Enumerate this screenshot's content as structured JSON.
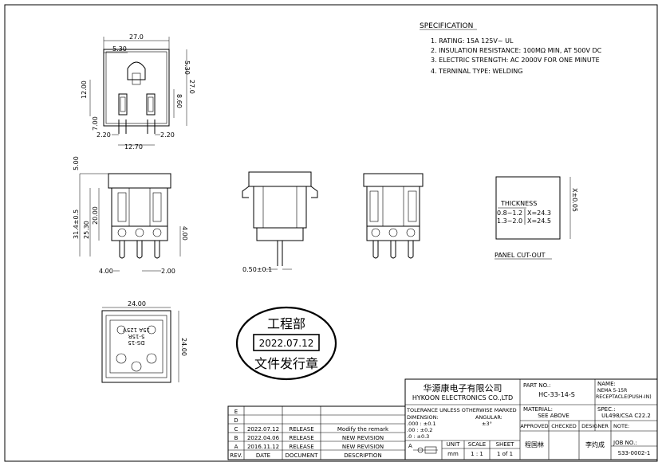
{
  "spec": {
    "title": "SPECIFICATION",
    "items": [
      "1. RATING: 15A 125V~ UL",
      "2. INSULATION RESISTANCE: 100MΩ MIN, AT 500V DC",
      "3. ELECTRIC STRENGTH: AC 2000V FOR ONE MINUTE",
      "4. TERNINAL TYPE: WELDING"
    ]
  },
  "dims_top": {
    "d27": "27.0",
    "d530a": "5.30",
    "d530b": "5.30",
    "d12": "12.00",
    "d860": "8.60",
    "d27v": "27.0",
    "d700": "7.00",
    "d220a": "2.20",
    "d220b": "2.20",
    "d1270": "12.70"
  },
  "dims_front": {
    "d500": "5.00",
    "d314": "31.4±0.5",
    "d2530": "25.30",
    "d2000": "20.00",
    "d400": "4.00",
    "d200": "2.00",
    "d400v": "4.00"
  },
  "dims_side": {
    "d050": "0.50±0.1"
  },
  "panel": {
    "thickness": "THICKNESS",
    "row1a": "0.8~1.2",
    "row1b": "X=24.3",
    "row2a": "1.3~2.0",
    "row2b": "X=24.5",
    "xdim": "X±0.05",
    "caption": "PANEL CUT-OUT"
  },
  "bottom_view": {
    "d24h": "24.00",
    "d24v": "24.00",
    "label1": "15A 125V",
    "label2": "5-15R",
    "label3": "DS-15"
  },
  "stamp": {
    "top": "工程部",
    "date": "2022.07.12",
    "bottom": "文件发行章"
  },
  "title_block": {
    "company_cn": "华源康电子有限公司",
    "company_en": "HYKOON ELECTRONICS CO.,LTD",
    "part_no_label": "PART NO.:",
    "part_no": "HC-33-14-S",
    "name_label": "NAME:",
    "name1": "NEMA 5-15R",
    "name2": "RECEPTACLE(PUSH-IN)",
    "tolerance": "TOLERANCE UNLESS OTHERWISE MARKED",
    "dimension": "DIMENSION:",
    "angular": "ANGULAR:",
    "tol1": ".000 : ±0.1",
    "tol2": ".00   : ±0.2",
    "tol3": ".0     : ±0.3",
    "ang": "±3°",
    "material_label": "MATERIAL:",
    "material": "SEE ABOVE",
    "spec_label": "SPEC.:",
    "spec": "UL498/CSA C22.2",
    "approved": "APPROVED",
    "checked": "CHECKED",
    "designer": "DESIGNER",
    "note": "NOTE:",
    "approver": "程国林",
    "designer_name": "李灼成",
    "job_label": "JOB NO.:",
    "job_no": "S33-0002-1",
    "unit_label": "UNIT",
    "unit": "mm",
    "scale_label": "SCALE",
    "scale": "1 : 1",
    "sheet_label": "SHEET",
    "sheet": "1 of 1",
    "projection_a": "A"
  },
  "revisions": {
    "rows": [
      {
        "rev": "E",
        "date": "",
        "doc": "",
        "desc": ""
      },
      {
        "rev": "D",
        "date": "",
        "doc": "",
        "desc": ""
      },
      {
        "rev": "C",
        "date": "2022.07.12",
        "doc": "RELEASE",
        "desc": "Modify the remark"
      },
      {
        "rev": "B",
        "date": "2022.04.06",
        "doc": "RELEASE",
        "desc": "NEW REVISION"
      },
      {
        "rev": "A",
        "date": "2016.11.12",
        "doc": "RELEASE",
        "desc": "NEW REVISION"
      }
    ],
    "header": {
      "rev": "REV.",
      "date": "DATE",
      "doc": "DOCUMENT",
      "desc": "DESCRIPTION"
    }
  }
}
